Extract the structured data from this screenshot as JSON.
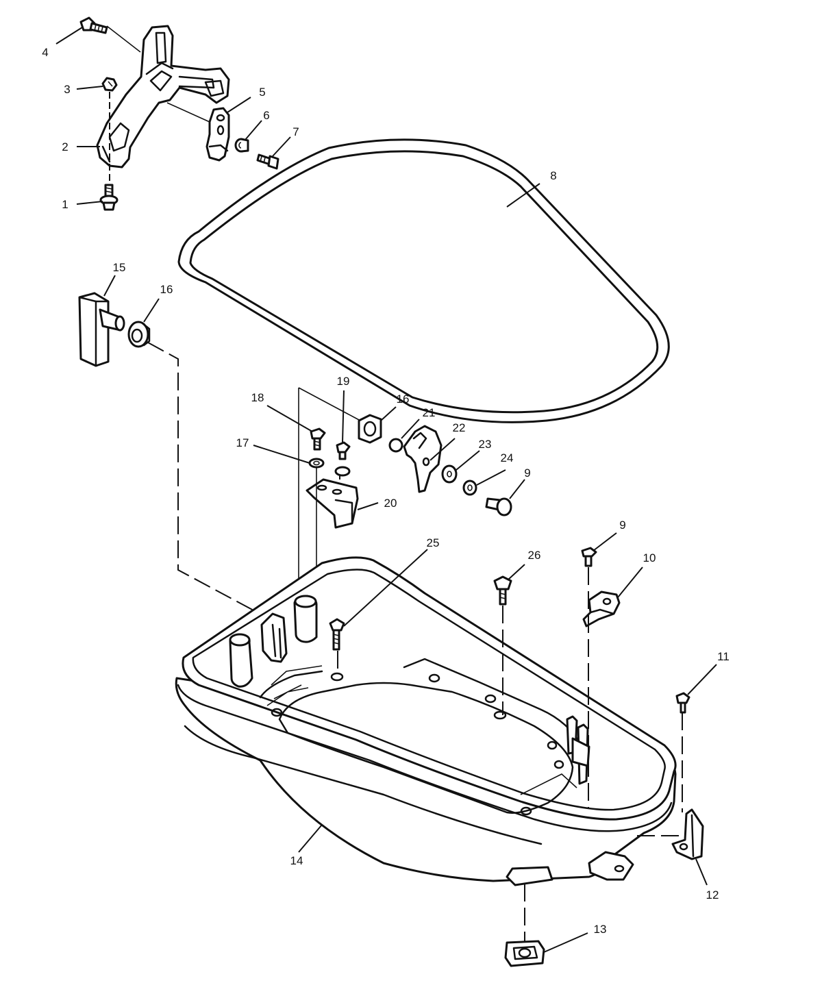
{
  "diagram": {
    "callouts": [
      {
        "id": "c1",
        "label": "1"
      },
      {
        "id": "c2",
        "label": "2"
      },
      {
        "id": "c3",
        "label": "3"
      },
      {
        "id": "c4",
        "label": "4"
      },
      {
        "id": "c5",
        "label": "5"
      },
      {
        "id": "c6",
        "label": "6"
      },
      {
        "id": "c7",
        "label": "7"
      },
      {
        "id": "c8",
        "label": "8"
      },
      {
        "id": "c9a",
        "label": "9"
      },
      {
        "id": "c9b",
        "label": "9"
      },
      {
        "id": "c10",
        "label": "10"
      },
      {
        "id": "c11",
        "label": "11"
      },
      {
        "id": "c12",
        "label": "12"
      },
      {
        "id": "c13",
        "label": "13"
      },
      {
        "id": "c14",
        "label": "14"
      },
      {
        "id": "c15",
        "label": "15"
      },
      {
        "id": "c16a",
        "label": "16"
      },
      {
        "id": "c16b",
        "label": "16"
      },
      {
        "id": "c17",
        "label": "17"
      },
      {
        "id": "c18",
        "label": "18"
      },
      {
        "id": "c19",
        "label": "19"
      },
      {
        "id": "c20",
        "label": "20"
      },
      {
        "id": "c21",
        "label": "21"
      },
      {
        "id": "c22",
        "label": "22"
      },
      {
        "id": "c23",
        "label": "23"
      },
      {
        "id": "c24",
        "label": "24"
      },
      {
        "id": "c25",
        "label": "25"
      },
      {
        "id": "c26",
        "label": "26"
      }
    ]
  }
}
